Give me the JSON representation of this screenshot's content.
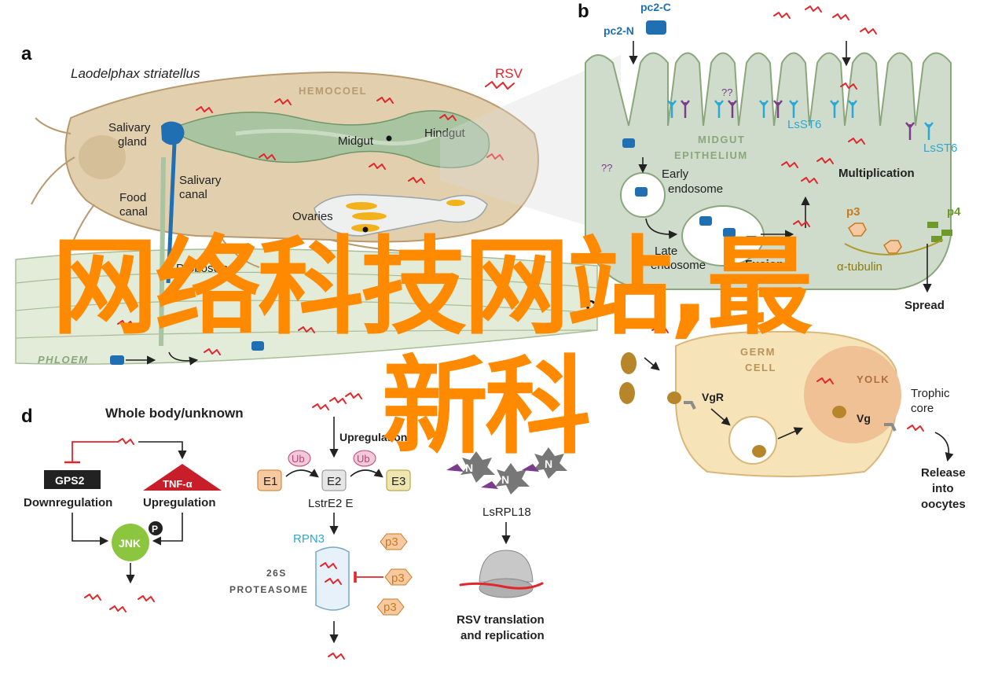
{
  "panels": {
    "a": "a",
    "b": "b",
    "c": "c",
    "d": "d"
  },
  "panel_a": {
    "species": "Laodelphax striatellus",
    "virus": "RSV",
    "hemocoel": "HEMOCOEL",
    "salivary_gland": [
      "Salivary",
      "gland"
    ],
    "salivary_canal": [
      "Salivary",
      "canal"
    ],
    "food_canal": [
      "Food",
      "canal"
    ],
    "midgut": "Midgut",
    "hindgut": "Hindgut",
    "ovaries": "Ovaries",
    "proboscis": "Proboscis",
    "phloem": "PHLOEM"
  },
  "panel_b": {
    "pc2c": "pc2-C",
    "pc2n": "pc2-N",
    "midgut_epithelium": [
      "MIDGUT",
      "EPITHELIUM"
    ],
    "lsst6_1": "LsST6",
    "lsst6_2": "LsST6",
    "qq1": "??",
    "qq2": "??",
    "early_endosome": [
      "Early",
      "endosome"
    ],
    "late_endosome": [
      "Late",
      "endosome"
    ],
    "fusion": "Fusion",
    "multiplication": "Multiplication",
    "p3": "p3",
    "p4": "p4",
    "tubulin": "α-tubulin",
    "spread": "Spread"
  },
  "panel_c": {
    "germ_cell": [
      "GERM",
      "CELL"
    ],
    "yolk": "YOLK",
    "vgr": "VgR",
    "vg": "Vg",
    "trophic_core": [
      "Trophic",
      "core"
    ],
    "release": [
      "Release",
      "into",
      "oocytes"
    ]
  },
  "panel_d": {
    "whole_body": "Whole body/unknown",
    "gps2": "GPS2",
    "downregulation": "Downregulation",
    "tnf": "TNF-α",
    "upregulation_left": "Upregulation",
    "jnk": "JNK",
    "p_badge": "P",
    "upregulation_mid": "Upregulation",
    "e1": "E1",
    "e2": "E2",
    "e3": "E3",
    "ub1": "Ub",
    "ub2": "Ub",
    "lstre2": "LstrE2 E",
    "rpn3": "RPN3",
    "proteasome": [
      "26S",
      "PROTEASOME"
    ],
    "p3_labels": [
      "p3",
      "p3",
      "p3"
    ],
    "n_labels": [
      "N",
      "N",
      "N"
    ],
    "lsrpl18": "LsRPL18",
    "rsv_translation": [
      "RSV translation",
      "and replication"
    ]
  },
  "watermark": {
    "line1": "网络科技网站,最",
    "line2": "新科"
  },
  "colors": {
    "body_tan": "#e2cfae",
    "gut_green": "#a9c4a1",
    "cell_green": "#cfdccb",
    "germ_cream": "#f7e3b8",
    "yolk_peach": "#efc195",
    "rna_red": "#e3262b",
    "jnk_green": "#8cc63f",
    "watermark_orange": "#ff8a00"
  }
}
